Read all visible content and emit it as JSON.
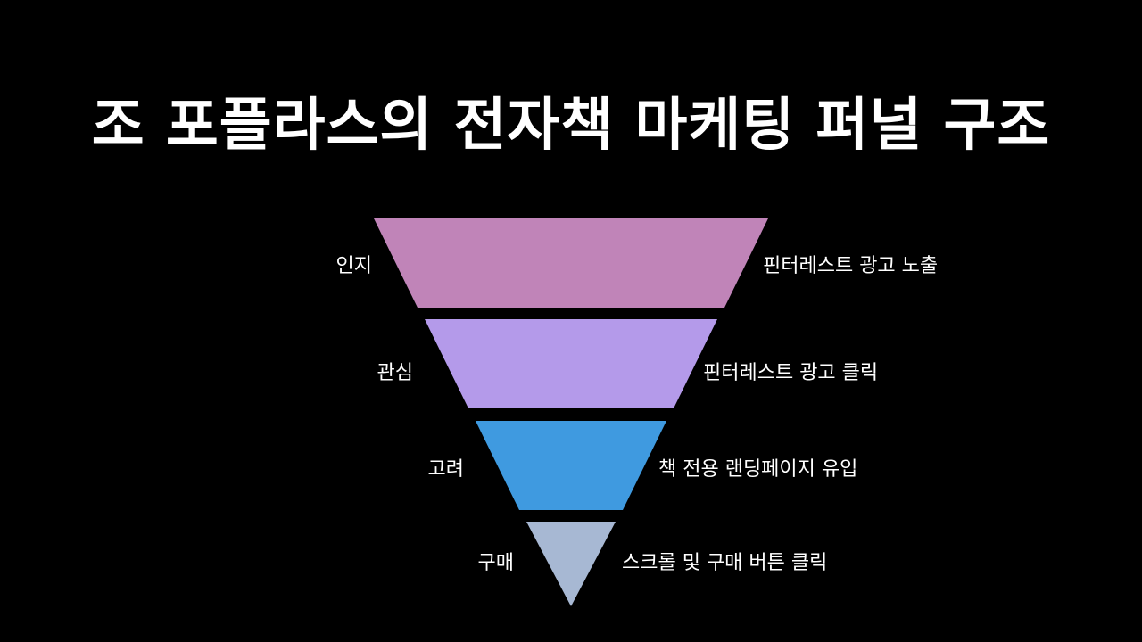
{
  "title": "조 포플라스의 전자책 마케팅 퍼널 구조",
  "stages": [
    {
      "name": "인지",
      "description": "핀터레스트 광고 노출",
      "color": "#c084b8"
    },
    {
      "name": "관심",
      "description": "핀터레스트 광고 클릭",
      "color": "#b49aea"
    },
    {
      "name": "고려",
      "description": "책 전용 랜딩페이지 유입",
      "color": "#3f9ae0"
    },
    {
      "name": "구매",
      "description": "스크롤 및 구매 버튼 클릭",
      "color": "#a7b8d3"
    }
  ]
}
